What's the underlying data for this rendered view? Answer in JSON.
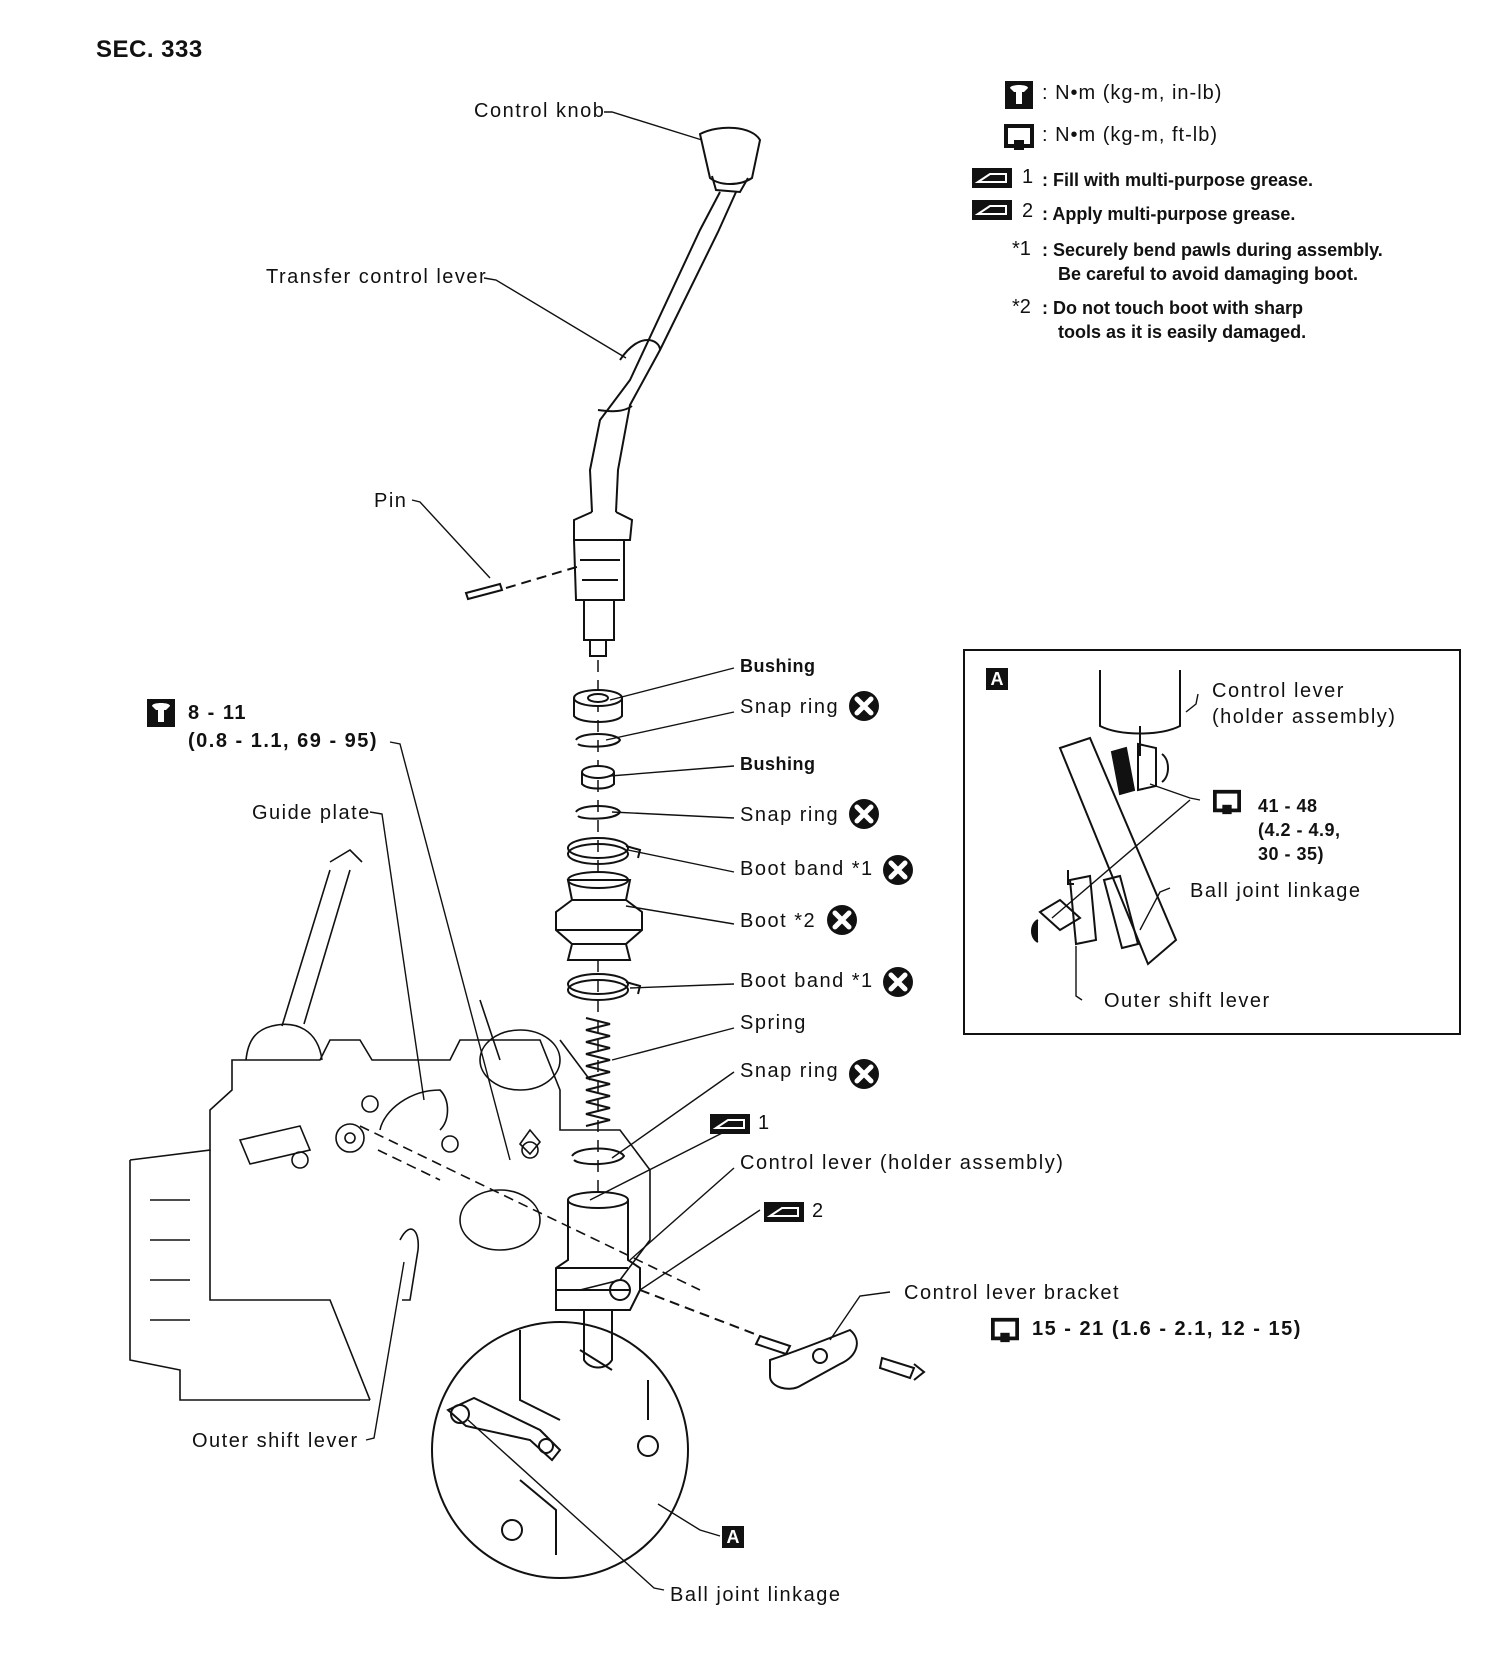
{
  "section": "SEC. 333",
  "legend": {
    "torque_inlb": ": N•m (kg-m, in-lb)",
    "torque_ftlb": ": N•m (kg-m, ft-lb)",
    "grease1_num": "1",
    "grease1_text": ": Fill with multi-purpose grease.",
    "grease2_num": "2",
    "grease2_text": ": Apply multi-purpose grease.",
    "note1_mark": "*1",
    "note1_line1": ": Securely bend pawls during assembly.",
    "note1_line2": "Be careful to avoid damaging boot.",
    "note2_mark": "*2",
    "note2_line1": ": Do not touch boot with sharp",
    "note2_line2": "tools as it is easily damaged."
  },
  "labels": {
    "control_knob": "Control knob",
    "transfer_control_lever": "Transfer control lever",
    "pin": "Pin",
    "bushing_1": "Bushing",
    "snap_ring_1": "Snap ring",
    "bushing_2": "Bushing",
    "snap_ring_2": "Snap ring",
    "boot_band_1": "Boot band *1",
    "boot": "Boot *2",
    "boot_band_2": "Boot band *1",
    "spring": "Spring",
    "snap_ring_3": "Snap ring",
    "grease_1": "1",
    "control_lever_holder": "Control lever (holder assembly)",
    "grease_2": "2",
    "control_lever_bracket": "Control lever bracket",
    "bracket_torque": "15 - 21 (1.6 - 2.1, 12 - 15)",
    "torque_8_11_a": "8 - 11",
    "torque_8_11_b": "(0.8 - 1.1, 69 - 95)",
    "guide_plate": "Guide plate",
    "outer_shift_lever": "Outer shift lever",
    "ball_joint_linkage": "Ball joint linkage",
    "detail_ref": "A"
  },
  "inset": {
    "tag": "A",
    "control_lever_1": "Control lever",
    "control_lever_2": "(holder assembly)",
    "torque_a": "41 - 48",
    "torque_b": "(4.2 - 4.9,",
    "torque_c": "30 - 35)",
    "ball_joint_linkage": "Ball joint linkage",
    "outer_shift_lever": "Outer shift lever"
  }
}
